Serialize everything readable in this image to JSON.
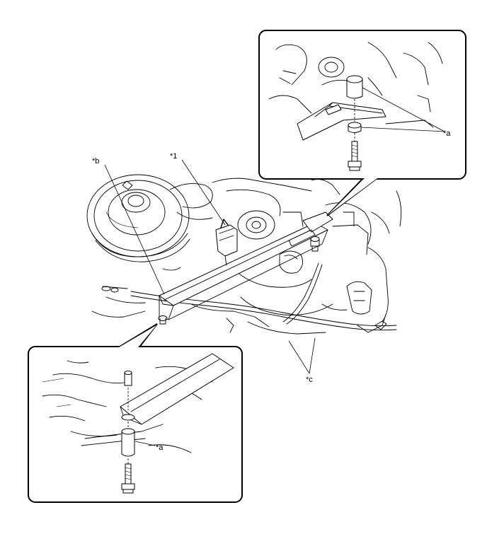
{
  "callouts": {
    "b": "*b",
    "one": "*1",
    "c": "*c",
    "a_top": "*a",
    "a_bottom": "*a"
  }
}
